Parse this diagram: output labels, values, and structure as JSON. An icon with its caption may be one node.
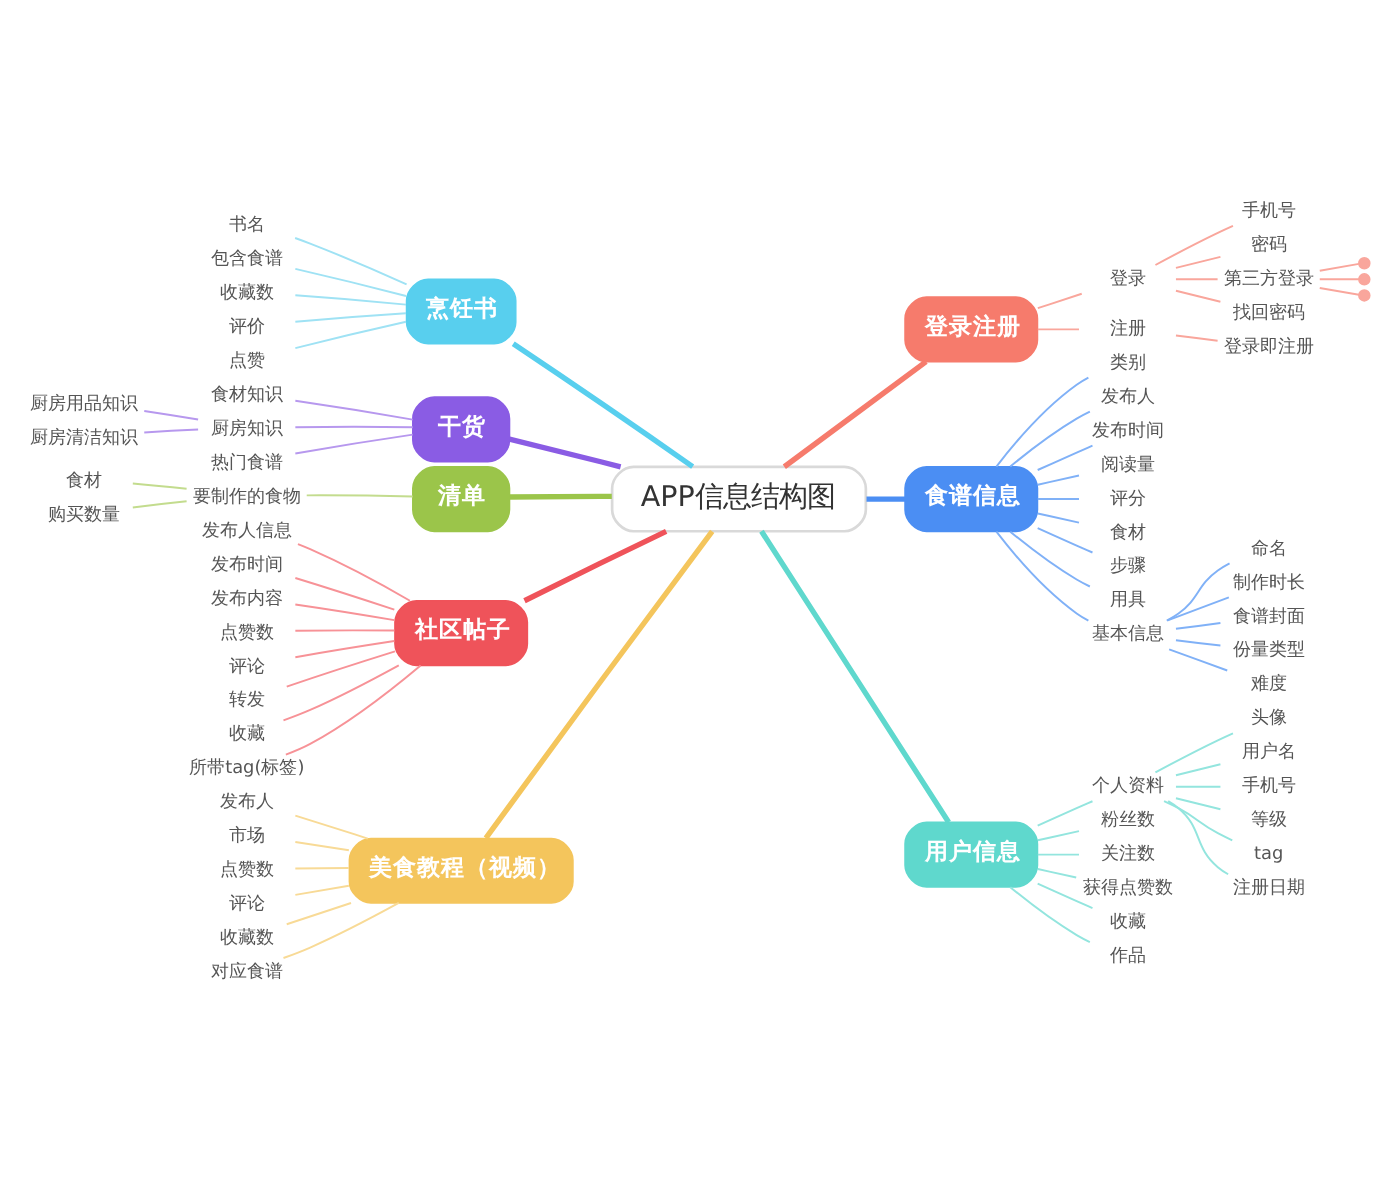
{
  "diagram": {
    "nodes": [
      {
        "text": [
          "APP信息结构图"
        ]
      },
      {
        "text": [
          "登录注册"
        ]
      },
      {
        "text": [
          "登录"
        ]
      },
      {
        "text": [
          "手机号"
        ]
      },
      {
        "text": [
          "密码"
        ]
      },
      {
        "text": [
          "第三方登录"
        ]
      },
      {
        "text": [],
        "shape": "circle"
      },
      {
        "text": [],
        "shape": "circle"
      },
      {
        "text": [],
        "shape": "circle"
      },
      {
        "text": [
          "找回密码"
        ]
      },
      {
        "text": [
          "注册"
        ]
      },
      {
        "text": [
          "登录即注册"
        ]
      },
      {
        "text": [
          "食谱信息"
        ]
      },
      {
        "text": [
          "类别"
        ]
      },
      {
        "text": [
          "发布人"
        ]
      },
      {
        "text": [
          "发布时间"
        ]
      },
      {
        "text": [
          "阅读量"
        ]
      },
      {
        "text": [
          "评分"
        ]
      },
      {
        "text": [
          "食材"
        ]
      },
      {
        "text": [
          "步骤"
        ]
      },
      {
        "text": [
          "用具"
        ]
      },
      {
        "text": [
          "基本信息"
        ]
      },
      {
        "text": [
          "命名"
        ]
      },
      {
        "text": [
          "制作时长"
        ]
      },
      {
        "text": [
          "食谱封面"
        ]
      },
      {
        "text": [
          "份量类型"
        ]
      },
      {
        "text": [
          "难度"
        ]
      },
      {
        "text": [
          "用户信息"
        ]
      },
      {
        "text": [
          "个人资料"
        ]
      },
      {
        "text": [
          "头像"
        ]
      },
      {
        "text": [
          "用户名"
        ]
      },
      {
        "text": [
          "手机号"
        ]
      },
      {
        "text": [
          "等级"
        ]
      },
      {
        "text": [
          "tag"
        ]
      },
      {
        "text": [
          "注册日期"
        ]
      },
      {
        "text": [
          "粉丝数"
        ]
      },
      {
        "text": [
          "关注数"
        ]
      },
      {
        "text": [
          "获得点赞数"
        ]
      },
      {
        "text": [
          "收藏"
        ]
      },
      {
        "text": [
          "作品"
        ]
      },
      {
        "text": [
          "烹饪书"
        ]
      },
      {
        "text": [
          "书名"
        ]
      },
      {
        "text": [
          "包含食谱"
        ]
      },
      {
        "text": [
          "收藏数"
        ]
      },
      {
        "text": [
          "评价"
        ]
      },
      {
        "text": [
          "点赞"
        ]
      },
      {
        "text": [
          "干货"
        ]
      },
      {
        "text": [
          "食材知识"
        ]
      },
      {
        "text": [
          "厨房知识"
        ]
      },
      {
        "text": [
          "厨房用品知识"
        ]
      },
      {
        "text": [
          "厨房清洁知识"
        ]
      },
      {
        "text": [
          "热门食谱"
        ]
      },
      {
        "text": [
          "清单"
        ]
      },
      {
        "text": [
          "要制作的食物"
        ]
      },
      {
        "text": [
          "食材"
        ]
      },
      {
        "text": [
          "购买数量"
        ]
      },
      {
        "text": [
          "社区帖子"
        ]
      },
      {
        "text": [
          "发布人信息"
        ]
      },
      {
        "text": [
          "发布时间"
        ]
      },
      {
        "text": [
          "发布内容"
        ]
      },
      {
        "text": [
          "点赞数"
        ]
      },
      {
        "text": [
          "评论"
        ]
      },
      {
        "text": [
          "转发"
        ]
      },
      {
        "text": [
          "收藏"
        ]
      },
      {
        "text": [
          "所带tag(标签)"
        ]
      },
      {
        "text": [
          "美食教程（视频）"
        ]
      },
      {
        "text": [
          "发布人"
        ]
      },
      {
        "text": [
          "市场"
        ]
      },
      {
        "text": [
          "点赞数"
        ]
      },
      {
        "text": [
          "评论"
        ]
      },
      {
        "text": [
          "收藏数"
        ]
      },
      {
        "text": [
          "对应食谱"
        ]
      }
    ],
    "edges": [
      {
        "from": 0,
        "to": 1,
        "arrow": "none",
        "style": "thick",
        "color": "#f67b6c"
      },
      {
        "from": 1,
        "to": 2,
        "arrow": "none",
        "color": "#f9a69c"
      },
      {
        "from": 2,
        "to": 3,
        "arrow": "none",
        "color": "#f9a69c"
      },
      {
        "from": 2,
        "to": 4,
        "arrow": "none",
        "color": "#f9a69c"
      },
      {
        "from": 2,
        "to": 5,
        "arrow": "none",
        "color": "#f9a69c"
      },
      {
        "from": 5,
        "to": 6,
        "arrow": "none",
        "color": "#f9a69c"
      },
      {
        "from": 5,
        "to": 7,
        "arrow": "none",
        "color": "#f9a69c"
      },
      {
        "from": 5,
        "to": 8,
        "arrow": "none",
        "color": "#f9a69c"
      },
      {
        "from": 2,
        "to": 9,
        "arrow": "none",
        "color": "#f9a69c"
      },
      {
        "from": 1,
        "to": 10,
        "arrow": "none",
        "color": "#f9a69c"
      },
      {
        "from": 10,
        "to": 11,
        "arrow": "none",
        "color": "#f9a69c"
      },
      {
        "from": 0,
        "to": 12,
        "arrow": "none",
        "style": "thick",
        "color": "#4b8ef3"
      },
      {
        "from": 12,
        "to": 13,
        "arrow": "none",
        "color": "#80b1f7"
      },
      {
        "from": 12,
        "to": 14,
        "arrow": "none",
        "color": "#80b1f7"
      },
      {
        "from": 12,
        "to": 15,
        "arrow": "none",
        "color": "#80b1f7"
      },
      {
        "from": 12,
        "to": 16,
        "arrow": "none",
        "color": "#80b1f7"
      },
      {
        "from": 12,
        "to": 17,
        "arrow": "none",
        "color": "#80b1f7"
      },
      {
        "from": 12,
        "to": 18,
        "arrow": "none",
        "color": "#80b1f7"
      },
      {
        "from": 12,
        "to": 19,
        "arrow": "none",
        "color": "#80b1f7"
      },
      {
        "from": 12,
        "to": 20,
        "arrow": "none",
        "color": "#80b1f7"
      },
      {
        "from": 12,
        "to": 21,
        "arrow": "none",
        "color": "#80b1f7"
      },
      {
        "from": 21,
        "to": 22,
        "arrow": "none",
        "color": "#80b1f7"
      },
      {
        "from": 21,
        "to": 23,
        "arrow": "none",
        "color": "#80b1f7"
      },
      {
        "from": 21,
        "to": 24,
        "arrow": "none",
        "color": "#80b1f7"
      },
      {
        "from": 21,
        "to": 25,
        "arrow": "none",
        "color": "#80b1f7"
      },
      {
        "from": 21,
        "to": 26,
        "arrow": "none",
        "color": "#80b1f7"
      },
      {
        "from": 0,
        "to": 27,
        "arrow": "none",
        "style": "thick",
        "color": "#5fd8cd"
      },
      {
        "from": 27,
        "to": 28,
        "arrow": "none",
        "color": "#93e5de"
      },
      {
        "from": 28,
        "to": 29,
        "arrow": "none",
        "color": "#93e5de"
      },
      {
        "from": 28,
        "to": 30,
        "arrow": "none",
        "color": "#93e5de"
      },
      {
        "from": 28,
        "to": 31,
        "arrow": "none",
        "color": "#93e5de"
      },
      {
        "from": 28,
        "to": 32,
        "arrow": "none",
        "color": "#93e5de"
      },
      {
        "from": 28,
        "to": 33,
        "arrow": "none",
        "color": "#93e5de"
      },
      {
        "from": 28,
        "to": 34,
        "arrow": "none",
        "color": "#93e5de"
      },
      {
        "from": 27,
        "to": 35,
        "arrow": "none",
        "color": "#93e5de"
      },
      {
        "from": 27,
        "to": 36,
        "arrow": "none",
        "color": "#93e5de"
      },
      {
        "from": 27,
        "to": 37,
        "arrow": "none",
        "color": "#93e5de"
      },
      {
        "from": 27,
        "to": 38,
        "arrow": "none",
        "color": "#93e5de"
      },
      {
        "from": 27,
        "to": 39,
        "arrow": "none",
        "color": "#93e5de"
      },
      {
        "from": 0,
        "to": 40,
        "arrow": "none",
        "style": "thick",
        "color": "#58cfee"
      },
      {
        "from": 40,
        "to": 41,
        "arrow": "none",
        "color": "#9fe2f4"
      },
      {
        "from": 40,
        "to": 42,
        "arrow": "none",
        "color": "#9fe2f4"
      },
      {
        "from": 40,
        "to": 43,
        "arrow": "none",
        "color": "#9fe2f4"
      },
      {
        "from": 40,
        "to": 44,
        "arrow": "none",
        "color": "#9fe2f4"
      },
      {
        "from": 40,
        "to": 45,
        "arrow": "none",
        "color": "#9fe2f4"
      },
      {
        "from": 0,
        "to": 46,
        "arrow": "none",
        "style": "thick",
        "color": "#8a5ce4"
      },
      {
        "from": 46,
        "to": 47,
        "arrow": "none",
        "color": "#b798ee"
      },
      {
        "from": 46,
        "to": 48,
        "arrow": "none",
        "color": "#b798ee"
      },
      {
        "from": 48,
        "to": 49,
        "arrow": "none",
        "color": "#b798ee"
      },
      {
        "from": 48,
        "to": 50,
        "arrow": "none",
        "color": "#b798ee"
      },
      {
        "from": 46,
        "to": 51,
        "arrow": "none",
        "color": "#b798ee"
      },
      {
        "from": 0,
        "to": 52,
        "arrow": "none",
        "style": "thick",
        "color": "#9bc54a"
      },
      {
        "from": 52,
        "to": 53,
        "arrow": "none",
        "color": "#c3dc8e"
      },
      {
        "from": 53,
        "to": 54,
        "arrow": "none",
        "color": "#c3dc8e"
      },
      {
        "from": 53,
        "to": 55,
        "arrow": "none",
        "color": "#c3dc8e"
      },
      {
        "from": 0,
        "to": 56,
        "arrow": "none",
        "style": "thick",
        "color": "#ef535a"
      },
      {
        "from": 56,
        "to": 57,
        "arrow": "none",
        "color": "#f79297"
      },
      {
        "from": 56,
        "to": 58,
        "arrow": "none",
        "color": "#f79297"
      },
      {
        "from": 56,
        "to": 59,
        "arrow": "none",
        "color": "#f79297"
      },
      {
        "from": 56,
        "to": 60,
        "arrow": "none",
        "color": "#f79297"
      },
      {
        "from": 56,
        "to": 61,
        "arrow": "none",
        "color": "#f79297"
      },
      {
        "from": 56,
        "to": 62,
        "arrow": "none",
        "color": "#f79297"
      },
      {
        "from": 56,
        "to": 63,
        "arrow": "none",
        "color": "#f79297"
      },
      {
        "from": 56,
        "to": 64,
        "arrow": "none",
        "color": "#f79297"
      },
      {
        "from": 0,
        "to": 65,
        "arrow": "none",
        "style": "thick",
        "color": "#f4c55c"
      },
      {
        "from": 65,
        "to": 66,
        "arrow": "none",
        "color": "#f8da96"
      },
      {
        "from": 65,
        "to": 67,
        "arrow": "none",
        "color": "#f8da96"
      },
      {
        "from": 65,
        "to": 68,
        "arrow": "none",
        "color": "#f8da96"
      },
      {
        "from": 65,
        "to": 69,
        "arrow": "none",
        "color": "#f8da96"
      },
      {
        "from": 65,
        "to": 70,
        "arrow": "none",
        "color": "#f8da96"
      },
      {
        "from": 65,
        "to": 71,
        "arrow": "none",
        "color": "#f8da96"
      }
    ]
  }
}
